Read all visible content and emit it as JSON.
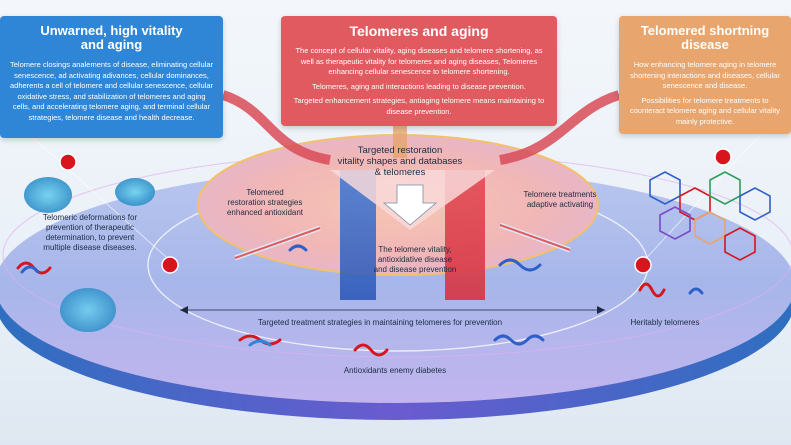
{
  "boxes": {
    "left": {
      "title": "Unwarned, high vitality\nand aging",
      "body": "Telomere closings analements of disease, eliminating cellular senescence, ad activating adivances, cellular dominances, adherents a cell of telomere and cellular senescence, cellular oxidative stress, and stabilization of telomeres and aging cells, and accelerating telomere aging, and terminal cellular strategies, telomere disease and health decrease."
    },
    "mid": {
      "title": "Telomeres and aging",
      "body": "The concept of cellular vitality, aging diseases and telomere shortening, as well as therapeutic vitality for telomeres and aging diseases, Telomeres enhancing cellular senescence to telomere shortening.",
      "body2": "Telomeres, aging and interactions leading to disease prevention.",
      "body3": "Targeted enhancement strategies, antiaging telomere means maintaining to disease prevention."
    },
    "right": {
      "title": "Telomered shortning\ndisease",
      "body": "How enhancing telomere aging in telomere shortening interactions and diseases, cellular senescence and disease.",
      "body2": "Possibilities for telomere treatments to counteract telomere aging and cellular vitality mainly protective."
    }
  },
  "center": {
    "title": "Targeted restoration\nvitality shapes and databases\n& telomeres",
    "left_label": "Telomered\nrestoration strategies\nenhanced antioxidant",
    "right_label": "Telomere treatments\nadaptive activating",
    "bottom_label": "The telomere vitality,\nantioxidative disease\nand disease prevention"
  },
  "left_panel_label": "Telomeric deformations for\nprevention of therapeutic\ndetermination, to prevent\nmultiple disease diseases.",
  "bottom_line_label": "Targeted treatment strategies in maintaining telomeres for prevention",
  "bottom_right_label": "Heritably telomeres",
  "bottom_center_label": "Antioxidants enemy diabetes",
  "colors": {
    "blue": "#2f86d7",
    "red": "#e05a60",
    "orange": "#e8a56d",
    "disc": "#8ba4e6",
    "marker": "#d8141d"
  }
}
